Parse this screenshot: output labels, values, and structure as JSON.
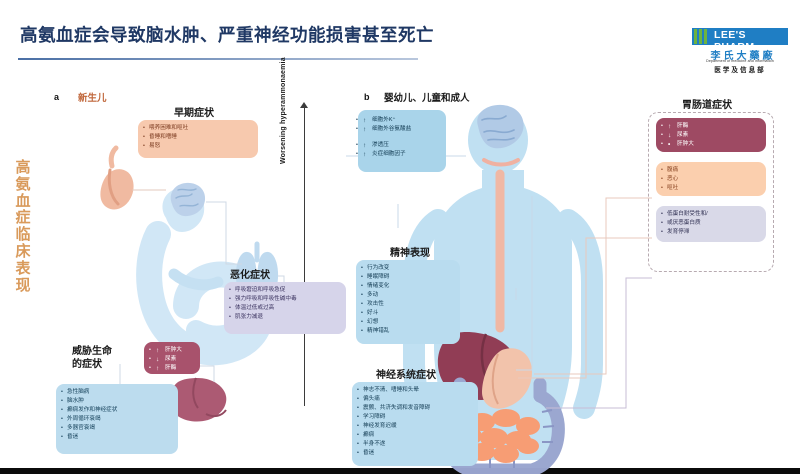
{
  "header": {
    "title": "高氨血症会导致脑水肿、严重神经功能损害甚至死亡",
    "logo": {
      "en": "LEE'S PHARM.",
      "cn": "李氏大藥廠",
      "sub_en": "Department of medicine and information",
      "sub_cn": "医学及信息部"
    }
  },
  "side_label": "高氨血症临床表现",
  "axis": {
    "label": "Worsening hyperammonaemia"
  },
  "panel_a": {
    "letter": "a",
    "heading": "新生儿",
    "early": {
      "title": "早期症状",
      "items": [
        "喂养困难和呕吐",
        "昏睡和嗜睡",
        "易怒"
      ]
    },
    "worsening": {
      "title": "恶化症状",
      "items": [
        "呼吸窘迫和呼吸急促",
        "强力呼吸和呼吸性碱中毒",
        "体温过低或过高",
        "肌张力减退"
      ]
    },
    "liver": {
      "items": [
        {
          "arrow": "↑",
          "text": "肝肿大"
        },
        {
          "arrow": "↓",
          "text": "尿素"
        },
        {
          "arrow": "↑",
          "text": "肝酶"
        }
      ]
    },
    "life_threat": {
      "title": "威胁生命\n的症状",
      "title_line1": "威胁生命",
      "title_line2": "的症状",
      "items": [
        "急性脑病",
        "脑水肿",
        "癫痫发作和神经症状",
        "外周循环衰竭",
        "多器官衰竭",
        "昏迷"
      ]
    }
  },
  "panel_b": {
    "letter": "b",
    "heading": "婴幼儿、儿童和成人",
    "cell": {
      "items": [
        {
          "arrow": "↑",
          "text": "细胞外K⁺"
        },
        {
          "arrow": "↑",
          "text": "细胞外谷氨酸盐"
        },
        {
          "arrow": "↑",
          "text": "渗透压"
        },
        {
          "arrow": "↑",
          "text": "炎症细胞因子"
        }
      ]
    },
    "psych": {
      "title": "精神表现",
      "items": [
        "行为改变",
        "睡眠障碍",
        "情绪变化",
        "多动",
        "攻击性",
        "好斗",
        "幻想",
        "精神错乱"
      ]
    },
    "neuro": {
      "title": "神经系统症状",
      "items": [
        "神志不清、嗜睡和头晕",
        "偏头痛",
        "震颤、共济失调和发音障碍",
        "学习障碍",
        "神经发育迟缓",
        "癫痫",
        "半身不遂",
        "昏迷"
      ]
    },
    "gi": {
      "title": "胃肠道症状",
      "liver_items": [
        {
          "arrow": "↑",
          "text": "肝酶"
        },
        {
          "arrow": "↓",
          "text": "尿素"
        },
        {
          "arrow": "•",
          "text": "肝肿大"
        }
      ],
      "abdo_items": [
        "腹痛",
        "恶心",
        "呕吐"
      ],
      "protein_items": [
        "低蛋白耐受性和/",
        "或厌恶蛋白质",
        "发育停滞"
      ],
      "protein_bullets": [
        "低蛋白耐受性和/或厌恶蛋白质",
        "发育停滞"
      ]
    }
  },
  "colors": {
    "title_blue": "#1f3864",
    "brand_blue": "#1f7ec4",
    "brand_green": "#6db33f",
    "orange_label": "#d99a5b",
    "peach": "#f7c9ae",
    "lilac": "#d6d4ea",
    "blue": "#bcdcee",
    "maroon": "#a8526c",
    "body_blue": "#bfe0f2"
  }
}
